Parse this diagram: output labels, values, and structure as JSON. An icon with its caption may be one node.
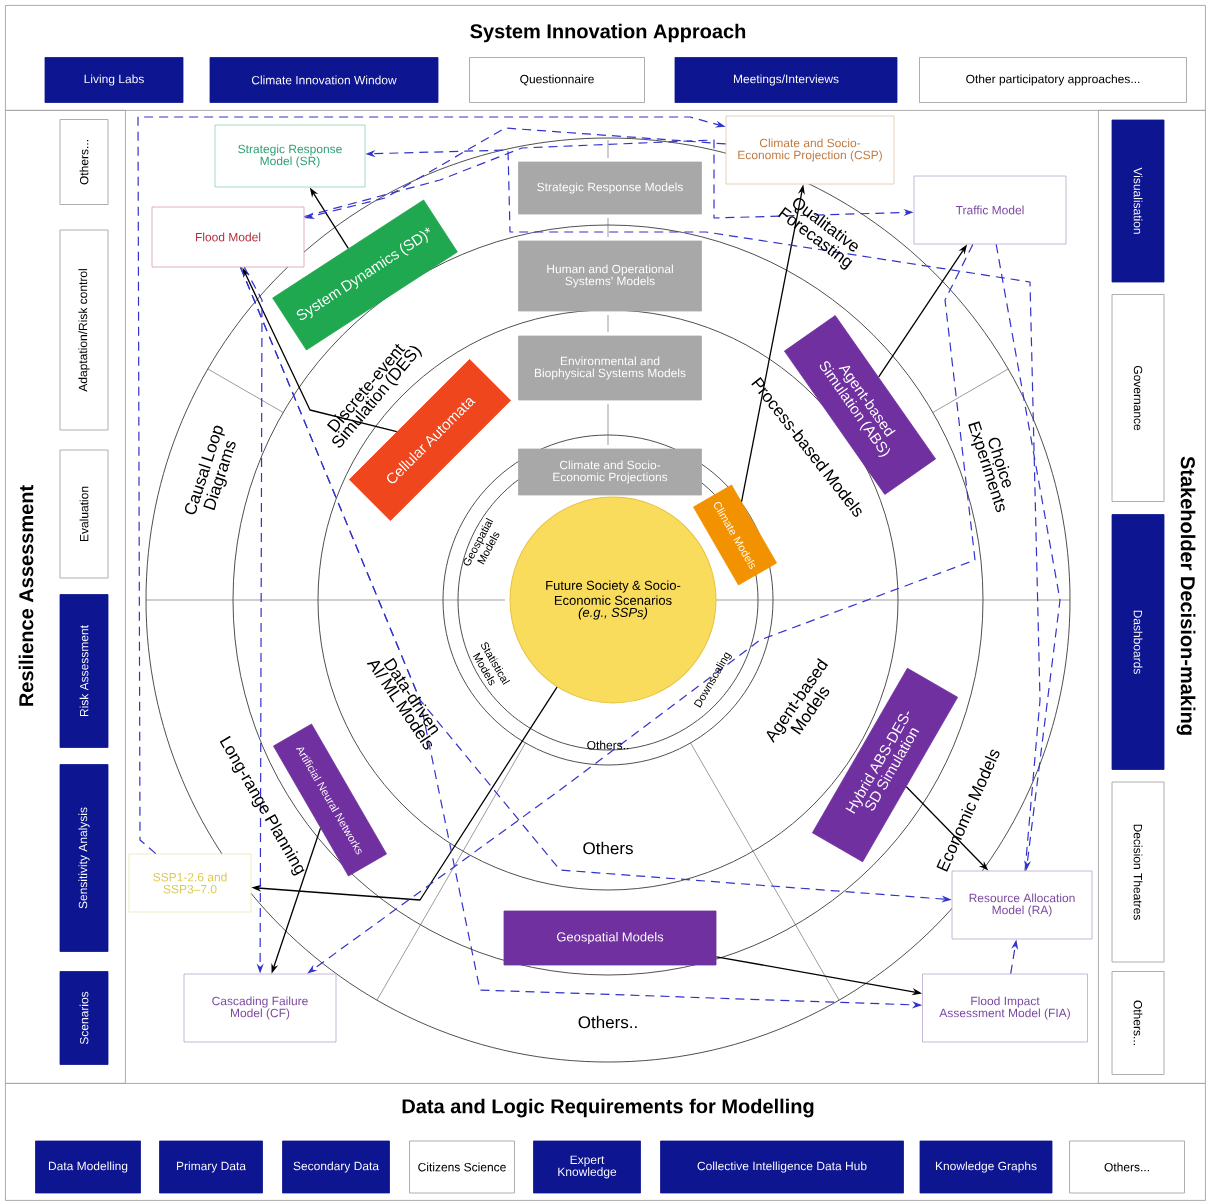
{
  "diagram": {
    "nodes": [
      {
        "text": [
          "System Innovation Approach"
        ]
      },
      {
        "text": [
          "Living Labs"
        ],
        "in": 0
      },
      {
        "text": [
          "Climate Innovation Window"
        ],
        "in": 0
      },
      {
        "text": [
          "Questionnaire"
        ],
        "in": 0
      },
      {
        "text": [
          "Meetings/Interviews"
        ],
        "in": 0
      },
      {
        "text": [
          "Other participatory approaches..."
        ],
        "in": 0
      },
      {
        "text": [
          "Resilience Assessment"
        ]
      },
      {
        "text": [
          "Others..."
        ],
        "in": 6
      },
      {
        "text": [
          "Adaptation/Risk control"
        ],
        "in": 6
      },
      {
        "text": [
          "Evaluation"
        ],
        "in": 6
      },
      {
        "text": [
          "Risk Assessment"
        ],
        "in": 6
      },
      {
        "text": [
          "Sensitivity Analysis"
        ],
        "in": 6
      },
      {
        "text": [
          "Scenarios"
        ],
        "in": 6
      },
      {
        "text": [
          "Stakeholder Decision-making"
        ]
      },
      {
        "text": [
          "Visualisation"
        ],
        "in": 13
      },
      {
        "text": [
          "Governance"
        ],
        "in": 13
      },
      {
        "text": [
          "Dashboards"
        ],
        "in": 13
      },
      {
        "text": [
          "Decision Theatres"
        ],
        "in": 13
      },
      {
        "text": [
          "Others..."
        ],
        "in": 13
      },
      {
        "text": [
          "Strategic Response Model (SR)"
        ]
      },
      {
        "text": [
          "Flood Model"
        ]
      },
      {
        "text": [
          "Climate and Socio-Economic Projection (CSP)"
        ]
      },
      {
        "text": [
          "Traffic Model"
        ]
      },
      {
        "text": [
          "Strategic Response Models"
        ]
      },
      {
        "text": [
          "System Dynamics (SD)*"
        ]
      },
      {
        "text": [
          "Human and Operational Systems' Models"
        ]
      },
      {
        "text": [
          "Environmental and Biophysical Systems Models"
        ]
      },
      {
        "text": [
          "Cellular Automata"
        ]
      },
      {
        "text": [
          "Agent-based Simulation (ABS)"
        ]
      },
      {
        "text": [
          "Climate and Socio-Economic Projections"
        ]
      },
      {
        "text": [
          "Climate Models"
        ]
      },
      {
        "text": [
          "Future Society & Socio-Economic Scenarios",
          "(e.g., SSPs)"
        ]
      },
      {
        "text": [
          "Artificial Neural Networks"
        ]
      },
      {
        "text": [
          "Hybrid ABS-DES-SD Simulation"
        ]
      },
      {
        "text": [
          "SSP1-2.6 and SSP3–7.0"
        ]
      },
      {
        "text": [
          "Geospatial Models"
        ]
      },
      {
        "text": [
          "Resource Allocation Model (RA)"
        ]
      },
      {
        "text": [
          "Cascading Failure Model (CF)"
        ]
      },
      {
        "text": [
          "Flood Impact Assessment Model (FIA)"
        ]
      },
      {
        "text": [
          "Data and Logic Requirements for Modelling"
        ]
      },
      {
        "text": [
          "Data Modelling"
        ],
        "in": 39
      },
      {
        "text": [
          "Primary Data"
        ],
        "in": 39
      },
      {
        "text": [
          "Secondary Data"
        ],
        "in": 39
      },
      {
        "text": [
          "Citizens Science"
        ],
        "in": 39
      },
      {
        "text": [
          "Expert Knowledge"
        ],
        "in": 39
      },
      {
        "text": [
          "Collective Intelligence Data Hub"
        ],
        "in": 39
      },
      {
        "text": [
          "Knowledge Graphs"
        ],
        "in": 39
      },
      {
        "text": [
          "Others..."
        ],
        "in": 39
      }
    ],
    "edges": [
      {
        "from": 24,
        "to": 19,
        "arrow": "to",
        "color": "#000000"
      },
      {
        "from": 27,
        "to": 20,
        "arrow": "to",
        "color": "#000000"
      },
      {
        "from": 30,
        "to": 21,
        "arrow": "to",
        "color": "#000000"
      },
      {
        "from": 28,
        "to": 22,
        "arrow": "to",
        "color": "#000000"
      },
      {
        "from": 31,
        "to": 34,
        "arrow": "to",
        "color": "#000000"
      },
      {
        "from": 32,
        "to": 37,
        "arrow": "to",
        "color": "#000000"
      },
      {
        "from": 33,
        "to": 36,
        "arrow": "to",
        "color": "#000000"
      },
      {
        "from": 35,
        "to": 38,
        "arrow": "to",
        "color": "#000000"
      },
      {
        "from": 21,
        "to": 20,
        "arrow": "to",
        "style": "dashed"
      },
      {
        "from": 20,
        "to": 22,
        "arrow": "to",
        "style": "dashed"
      },
      {
        "from": 20,
        "to": 36,
        "arrow": "to",
        "style": "dashed"
      },
      {
        "from": 20,
        "to": 38,
        "arrow": "to",
        "style": "dashed"
      },
      {
        "from": 36,
        "to": 19,
        "arrow": "to",
        "style": "dashed"
      },
      {
        "from": 22,
        "to": 36,
        "arrow": "to",
        "style": "dashed"
      },
      {
        "from": 38,
        "to": 36,
        "arrow": "to",
        "style": "dashed"
      },
      {
        "from": 20,
        "to": 37,
        "arrow": "to",
        "style": "dashed"
      },
      {
        "from": 22,
        "to": 37,
        "arrow": "to",
        "style": "dashed"
      },
      {
        "from": 34,
        "to": 21,
        "arrow": "to",
        "style": "dashed"
      }
    ],
    "labels": [
      "Causal Loop Diagrams",
      "Discrete-event Simulation (DES)",
      "Qualitative Forecasting",
      "Process-based Models",
      "Choice Experiments",
      "Geospatial Models",
      "Statistical Models",
      "Downscaling",
      "Data-driven AI/ ML Models",
      "Long-range Planning",
      "Agent-based Models",
      "Economic Models",
      "Others..",
      "Others",
      "Others.."
    ]
  }
}
